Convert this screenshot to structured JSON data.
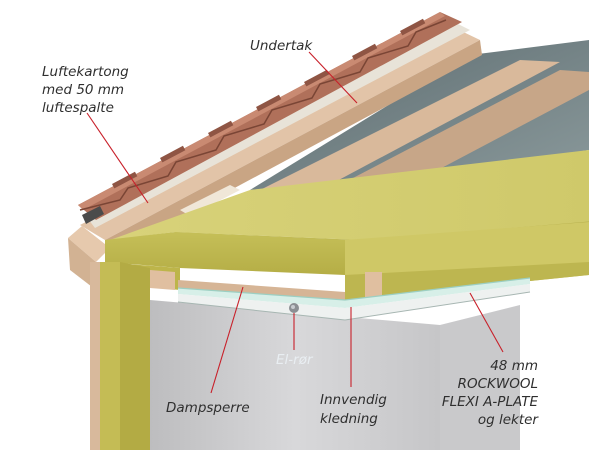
{
  "labels": {
    "undertak": "Undertak",
    "luftekartong": [
      "Luftekartong",
      "med 50 mm",
      "luftespalte"
    ],
    "el_ror": "El-rør",
    "dampsperre": "Dampsperre",
    "innvendig": [
      "Innvendig",
      "kledning"
    ],
    "rockwool": [
      "48 mm",
      "ROCKWOOL",
      "FLEXI A-PLATE",
      "og lekter"
    ]
  },
  "colors": {
    "leader": "#c8202a",
    "insulation": "#c9c361",
    "timber": "#d9b79a",
    "tile": "#b0705a",
    "wall": "#d4d4d6",
    "vapour_barrier": "#d7efe8"
  }
}
